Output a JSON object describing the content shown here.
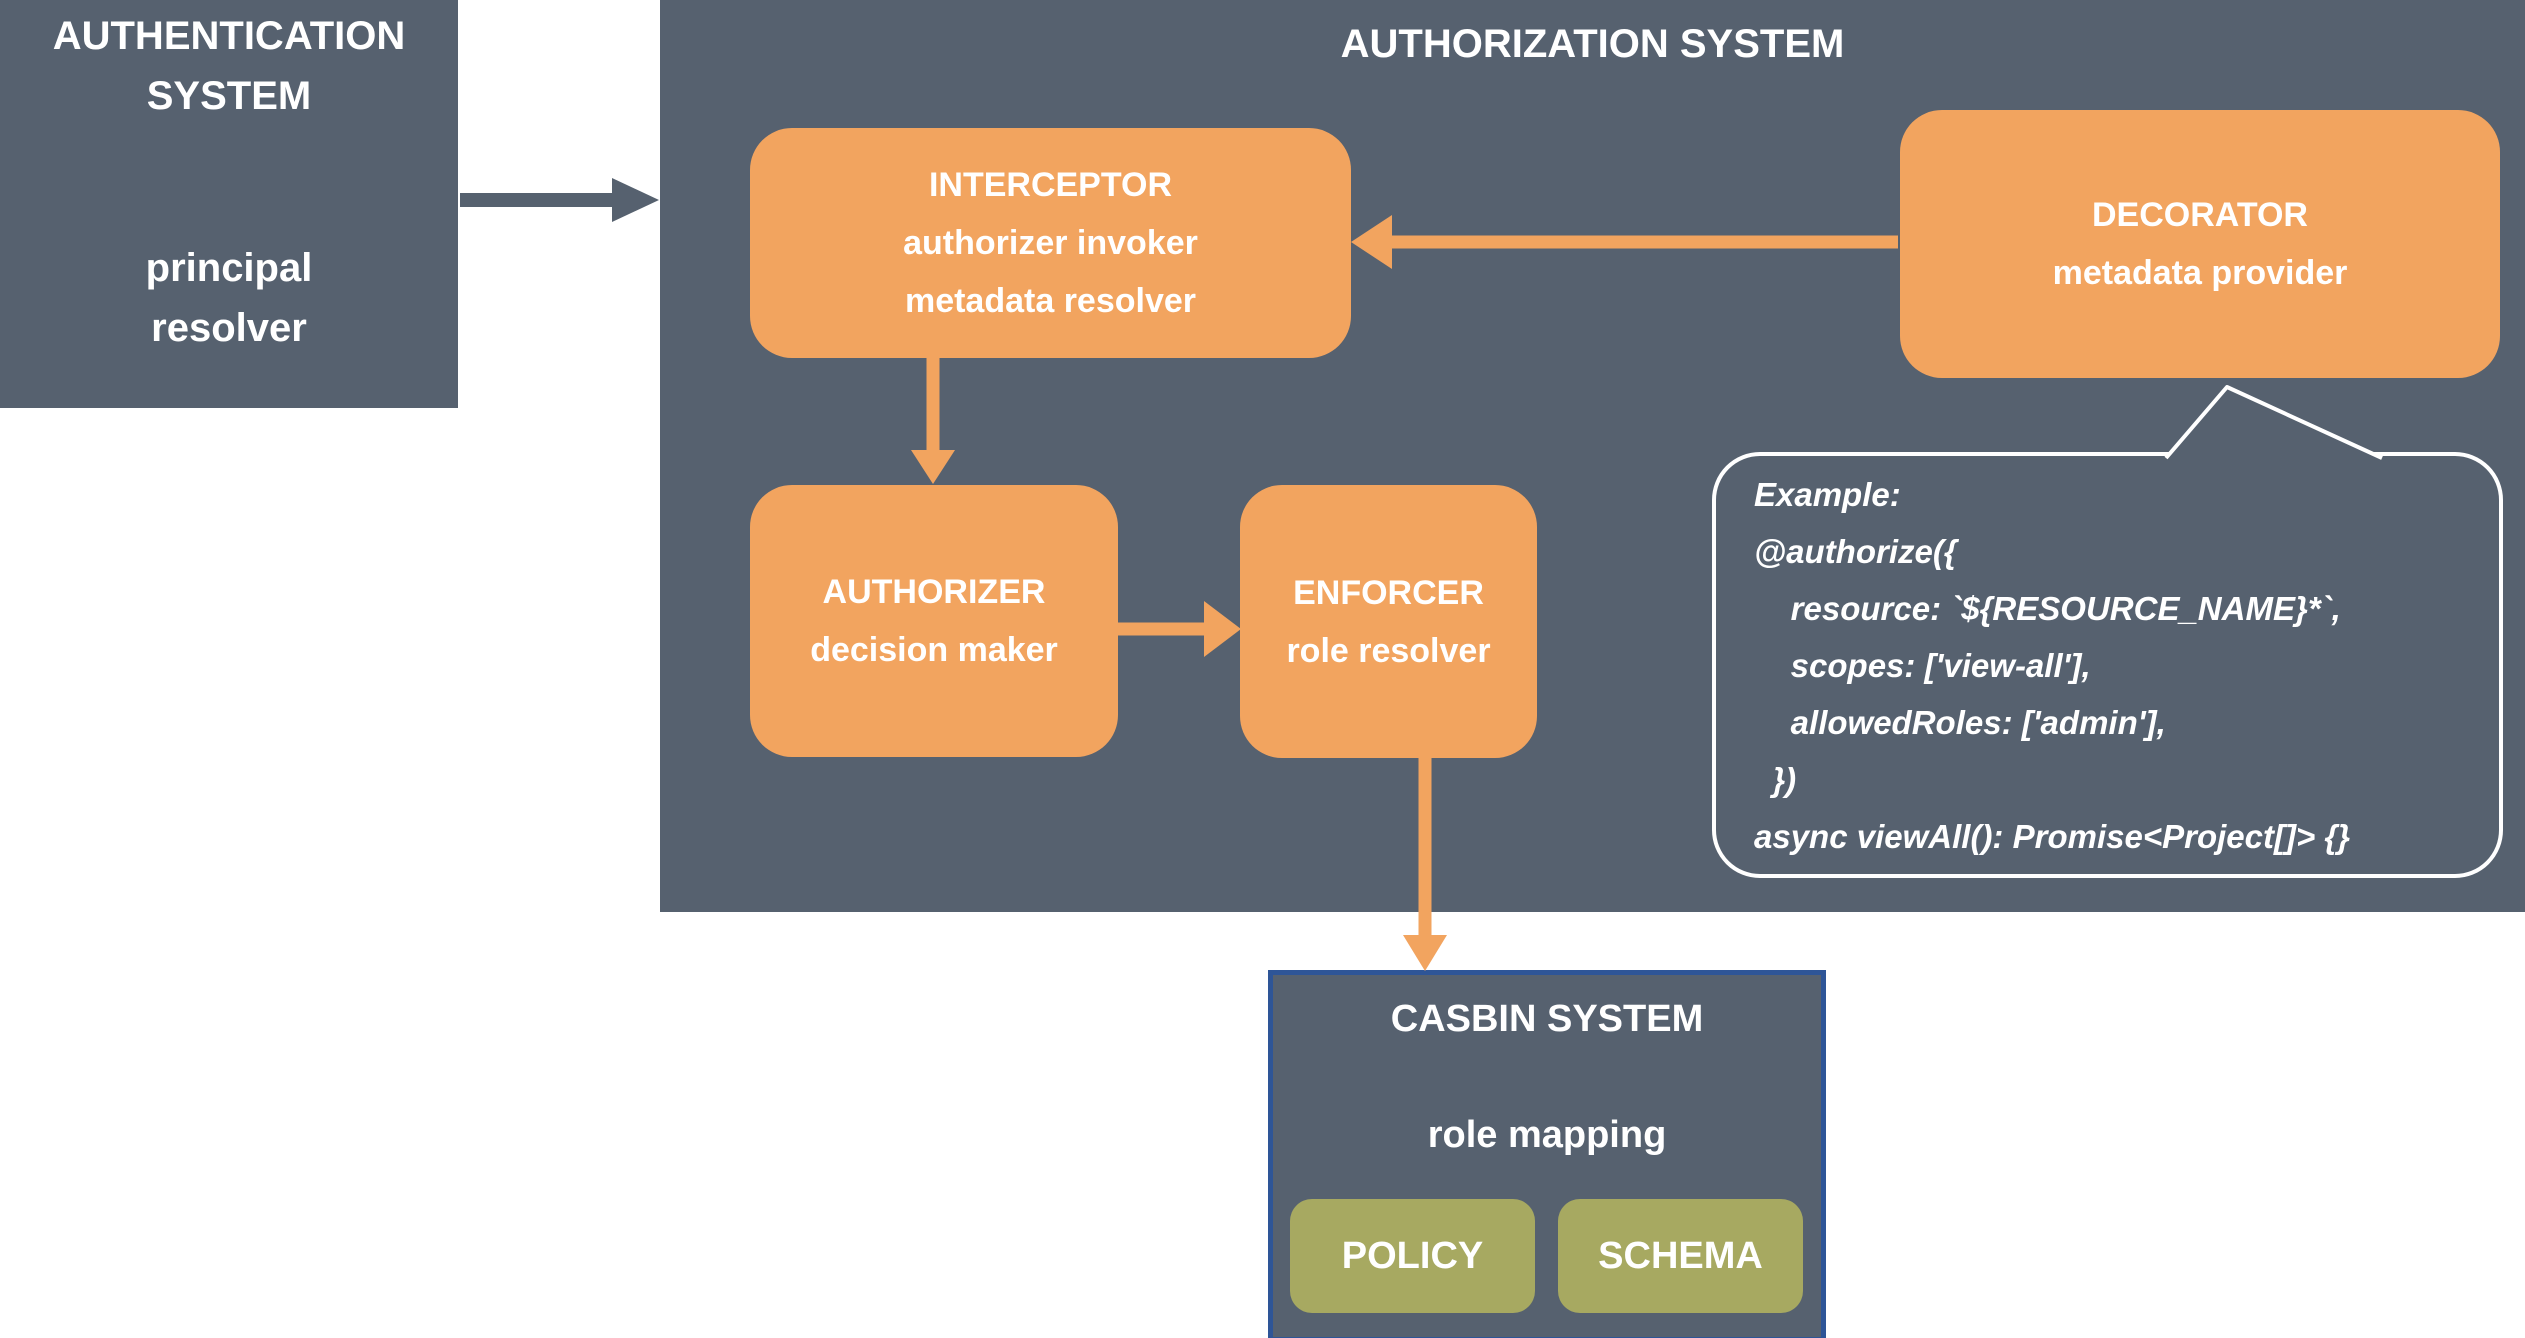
{
  "colors": {
    "slate": "#56616F",
    "orange": "#F2A45F",
    "olive": "#A7A961",
    "casbin-border": "#2E5597",
    "text": "#FFFFFF"
  },
  "auth_system": {
    "title": [
      "AUTHENTICATION",
      "SYSTEM"
    ],
    "subtitle": [
      "principal",
      "resolver"
    ]
  },
  "authz_system": {
    "title": "AUTHORIZATION SYSTEM",
    "interceptor": [
      "INTERCEPTOR",
      "authorizer invoker",
      "metadata resolver"
    ],
    "decorator": [
      "DECORATOR",
      "metadata provider"
    ],
    "authorizer": [
      "AUTHORIZER",
      "decision maker"
    ],
    "enforcer": [
      "ENFORCER",
      "role resolver"
    ]
  },
  "callout": {
    "lines": [
      "Example:",
      "@authorize({",
      "    resource: `${RESOURCE_NAME}*`,",
      "    scopes: ['view-all'],",
      "    allowedRoles: ['admin'],",
      "  })",
      "async viewAll(): Promise<Project[]> {}"
    ]
  },
  "casbin_system": {
    "title": "CASBIN SYSTEM",
    "subtitle": "role mapping",
    "policy": "POLICY",
    "schema": "SCHEMA"
  }
}
